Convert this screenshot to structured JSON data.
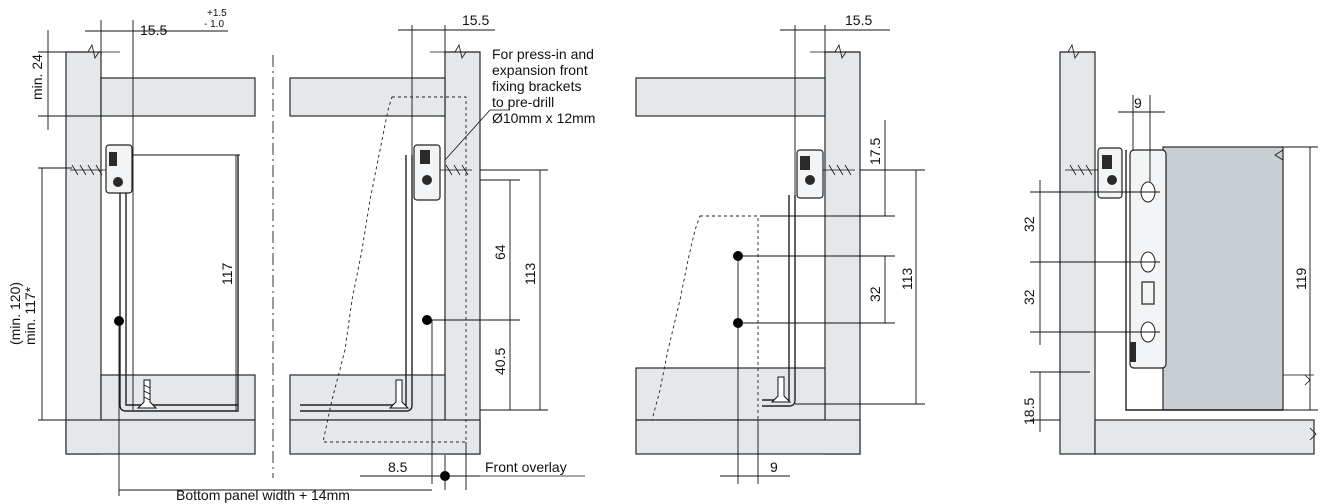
{
  "dimensions": {
    "d_15_5_a": "15.5",
    "tol_plus": "+1.5",
    "tol_minus": "- 1.0",
    "d_15_5_b": "15.5",
    "d_15_5_c": "15.5",
    "min_24": "min. 24",
    "min_120": "(min. 120)",
    "min_117": "min. 117*",
    "d_117": "117",
    "d_64": "64",
    "d_113_a": "113",
    "d_40_5": "40.5",
    "d_8_5": "8.5",
    "d_17_5": "17.5",
    "d_32_a": "32",
    "d_113_b": "113",
    "d_9_a": "9",
    "d_9_b": "9",
    "d_32_b": "32",
    "d_32_c": "32",
    "d_119": "119",
    "d_18_5": "18.5"
  },
  "notes": {
    "predrill_line1": "For press-in and",
    "predrill_line2": "expansion front",
    "predrill_line3": "fixing brackets",
    "predrill_line4": "to pre-drill",
    "predrill_line5": "Ø10mm x 12mm",
    "front_overlay": "Front overlay",
    "bottom_panel": "Bottom panel width + 14mm"
  },
  "colors": {
    "panel_fill": "#e4e8ea",
    "drawer_fill": "#c9ced2",
    "line": "#111111"
  }
}
